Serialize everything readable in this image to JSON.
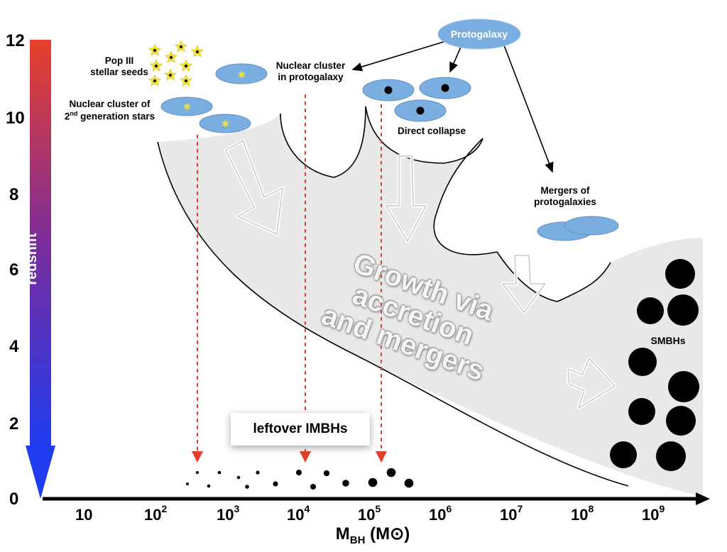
{
  "y_axis": {
    "label": "redshift",
    "ticks": [
      "0",
      "2",
      "4",
      "6",
      "8",
      "10",
      "12"
    ],
    "gradient": {
      "top": "#e8402a",
      "middle": "#7a2c9c",
      "bottom": "#1f3cf0"
    }
  },
  "x_axis": {
    "label_main": "M",
    "label_sub": "BH",
    "label_unit": "(M⊙)",
    "ticks": [
      {
        "base": "10",
        "exp": ""
      },
      {
        "base": "10",
        "exp": "2"
      },
      {
        "base": "10",
        "exp": "3"
      },
      {
        "base": "10",
        "exp": "4"
      },
      {
        "base": "10",
        "exp": "5"
      },
      {
        "base": "10",
        "exp": "6"
      },
      {
        "base": "10",
        "exp": "7"
      },
      {
        "base": "10",
        "exp": "8"
      },
      {
        "base": "10",
        "exp": "9"
      }
    ]
  },
  "labels": {
    "pop3": "Pop III\nstellar seeds",
    "nuclear_2nd_line1": "Nuclear cluster of",
    "nuclear_2nd_line2_pre": "2",
    "nuclear_2nd_line2_sup": "nd",
    "nuclear_2nd_line2_post": " generation stars",
    "nuclear_proto": "Nuclear cluster\nin protogalaxy",
    "protogalaxy": "Protogalaxy",
    "direct_collapse": "Direct collapse",
    "mergers": "Mergers of\nprotogalaxies",
    "growth_line1": "Growth via accretion",
    "growth_line2": "and mergers",
    "smbhs": "SMBHs",
    "leftover": "leftover IMBHs"
  },
  "colors": {
    "disk": "#7aaee0",
    "band": "#e8e8e8",
    "dashed_arrow": "#e0402a",
    "star": "#f3e23a"
  }
}
